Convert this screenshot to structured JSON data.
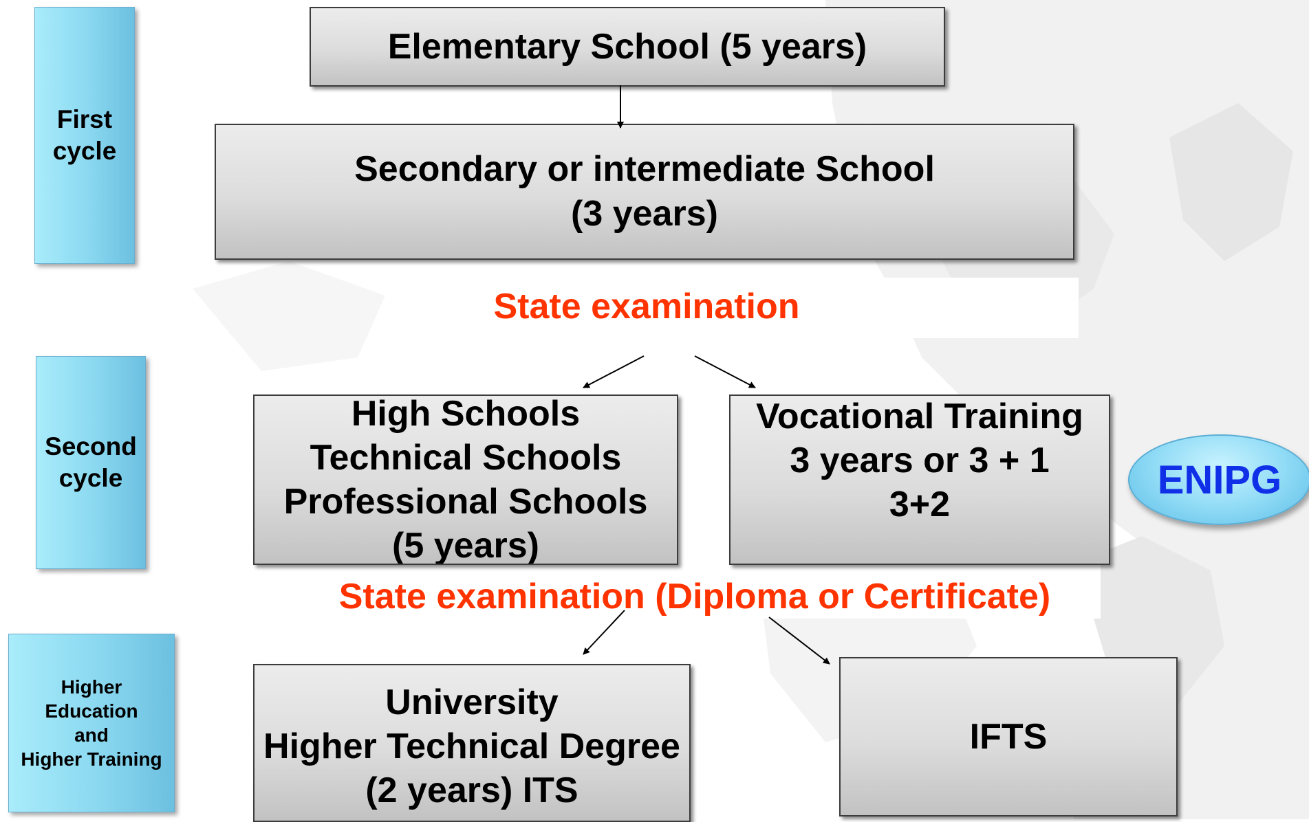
{
  "cycles": {
    "first": "First\ncycle",
    "second": "Second\ncycle",
    "higher": "Higher\nEducation\nand\nHigher Training"
  },
  "boxes": {
    "elementary": "Elementary School (5 years)",
    "secondary": "Secondary or intermediate School\n(3 years)",
    "high_schools": "High Schools\n Technical Schools\nProfessional Schools\n(5 years)",
    "vocational": "Vocational Training\n3 years or 3 + 1\n3+2",
    "university": "University\nHigher Technical Degree\n(2 years) ITS",
    "ifts": "IFTS"
  },
  "exams": {
    "state_exam": "State examination",
    "state_exam_diploma": "State examination (Diploma or Certificate)"
  },
  "badge": "ENIPG",
  "colors": {
    "exam_text": "#ff3300",
    "badge_text": "#1030e8",
    "cycle_fill": "#8ad8f0",
    "box_fill": "#dcdcdc"
  }
}
